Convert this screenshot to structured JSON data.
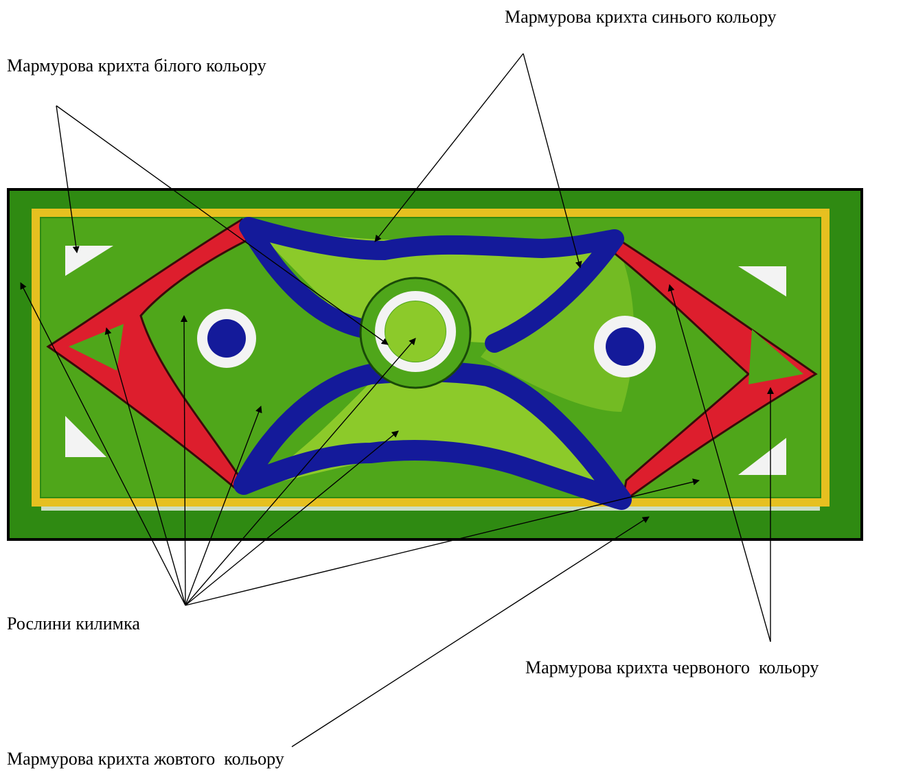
{
  "labels": {
    "blue_chips": "Мармурова крихта синього кольору",
    "white_chips": "Мармурова крихта білого кольору",
    "plants": "Рослини килимка",
    "red_chips": "Мармурова крихта червоного  кольору",
    "yellow_chips": "Мармурова крихта жовтого  кольору"
  },
  "colors": {
    "green_dark": "#2f8a12",
    "green_mid": "#4fa61a",
    "green_light": "#8cca2a",
    "yellow": "#e6c020",
    "red": "#dd1e2d",
    "blue": "#141a9a",
    "white": "#f3f3f3",
    "frame": "#000000"
  }
}
